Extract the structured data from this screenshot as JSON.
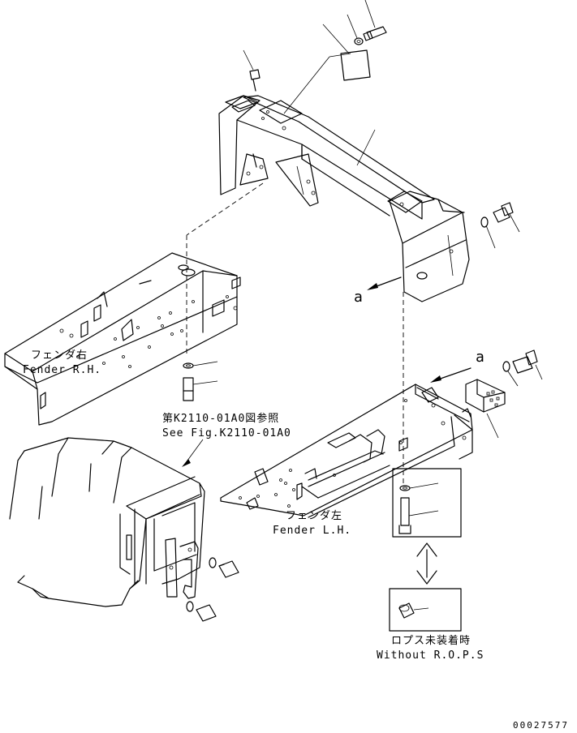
{
  "labels": {
    "fender_rh_jp": "フェンダ右",
    "fender_rh_en": "Fender R.H.",
    "fender_lh_jp": "フェンダ左",
    "fender_lh_en": "Fender L.H.",
    "ref_jp": "第K2110-01A0図参照",
    "ref_en": "See Fig.K2110-01A0",
    "rops_jp": "ロプス未装着時",
    "rops_en": "Without R.O.P.S",
    "view_marker_1": "a",
    "view_marker_2": "a",
    "drawing_number": "00027577"
  }
}
